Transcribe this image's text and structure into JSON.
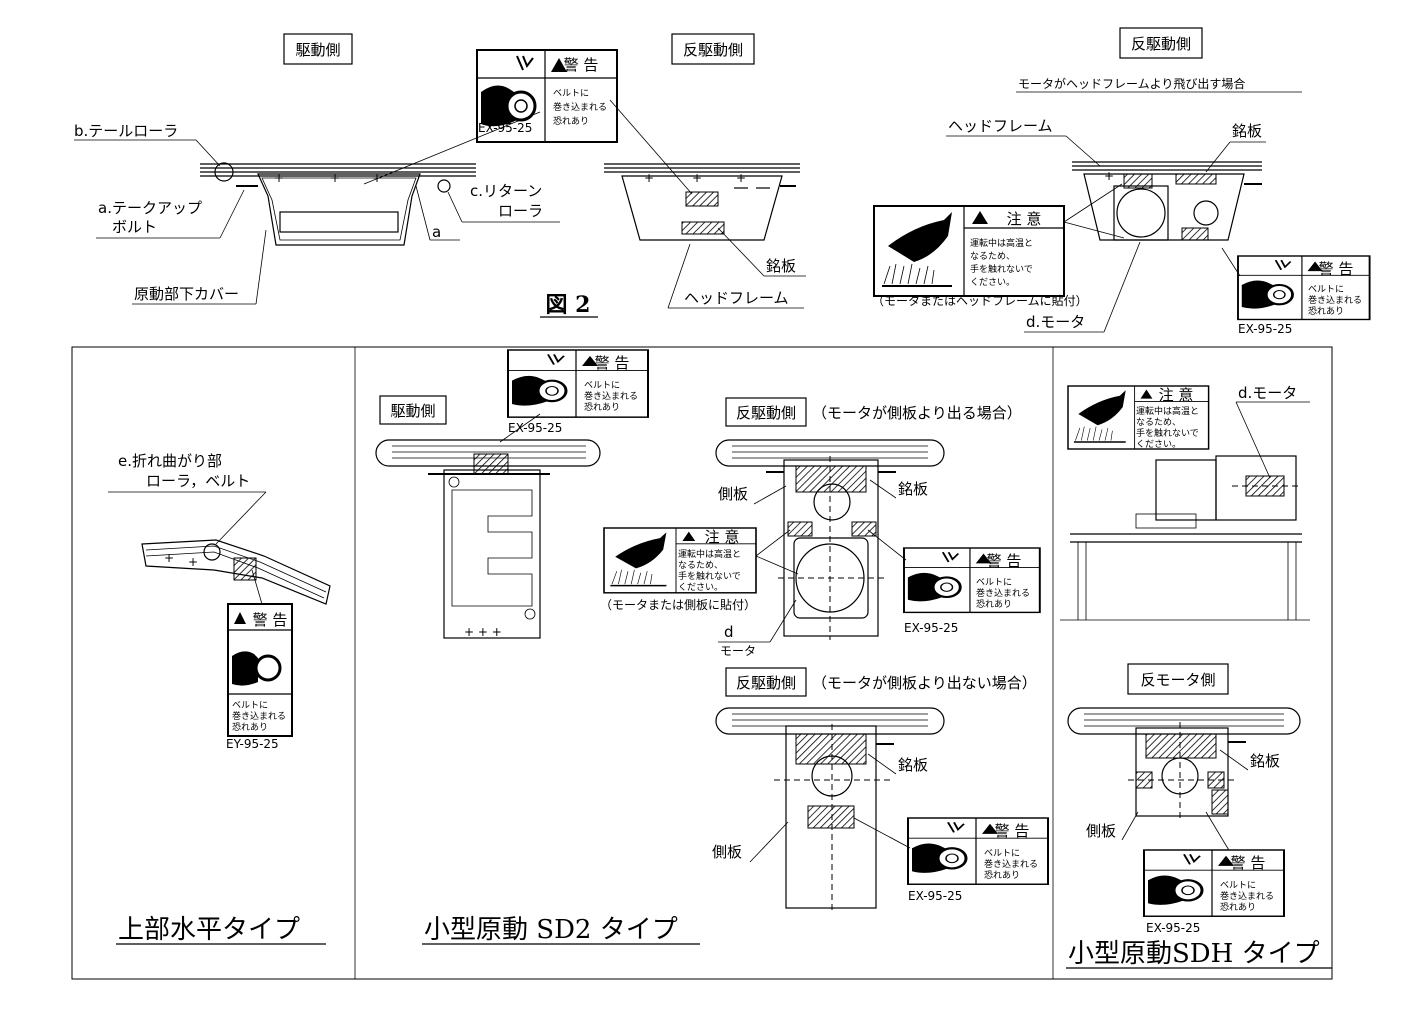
{
  "figure_label": "図 2",
  "top": {
    "drive_side": "駆動側",
    "anti_drive_side": "反駆動側",
    "anti_drive_side_right": "反駆動側",
    "motor_protrude_note": "モータがヘッドフレームより飛び出す場合",
    "tail_roller": "b.テールローラ",
    "takeup_bolt_1": "a.テークアップ",
    "takeup_bolt_2": "ボルト",
    "return_roller_1": "c.リターン",
    "return_roller_2": "ローラ",
    "a_mark": "a",
    "lower_cover": "原動部下カバー",
    "nameplate": "銘板",
    "head_frame": "ヘッドフレーム",
    "head_frame_right": "ヘッドフレーム",
    "nameplate_right": "銘板",
    "caution_note": "（モータまたはヘッドフレームに貼付）",
    "motor_d": "d.モータ"
  },
  "warning_label": {
    "title": "警 告",
    "line1": "ベルトに",
    "line2": "巻き込まれる",
    "line3": "恐れあり",
    "code": "EX-95-25",
    "code_ey": "EY-95-25"
  },
  "caution_label": {
    "title": "注 意",
    "line1": "運転中は高温と",
    "line2": "なるため、",
    "line3": "手を触れないで",
    "line4": "ください。"
  },
  "panel_left": {
    "bend_label_1": "e.折れ曲がり部",
    "bend_label_2": "ローラ，ベルト",
    "type_title": "上部水平タイプ"
  },
  "panel_middle": {
    "drive_side": "駆動側",
    "anti_drive_a": "反駆動側",
    "anti_drive_a_note": "（モータが側板より出る場合）",
    "side_plate": "側板",
    "nameplate": "銘板",
    "caution_note": "（モータまたは側板に貼付）",
    "motor_d": "d",
    "motor": "モータ",
    "anti_drive_b": "反駆動側",
    "anti_drive_b_note": "（モータが側板より出ない場合）",
    "nameplate_b": "銘板",
    "side_plate_b": "側板",
    "type_title": "小型原動 SD2 タイプ"
  },
  "panel_right": {
    "motor_d": "d.モータ",
    "anti_motor_side": "反モータ側",
    "nameplate": "銘板",
    "side_plate": "側板",
    "type_title": "小型原動SDH タイプ"
  }
}
